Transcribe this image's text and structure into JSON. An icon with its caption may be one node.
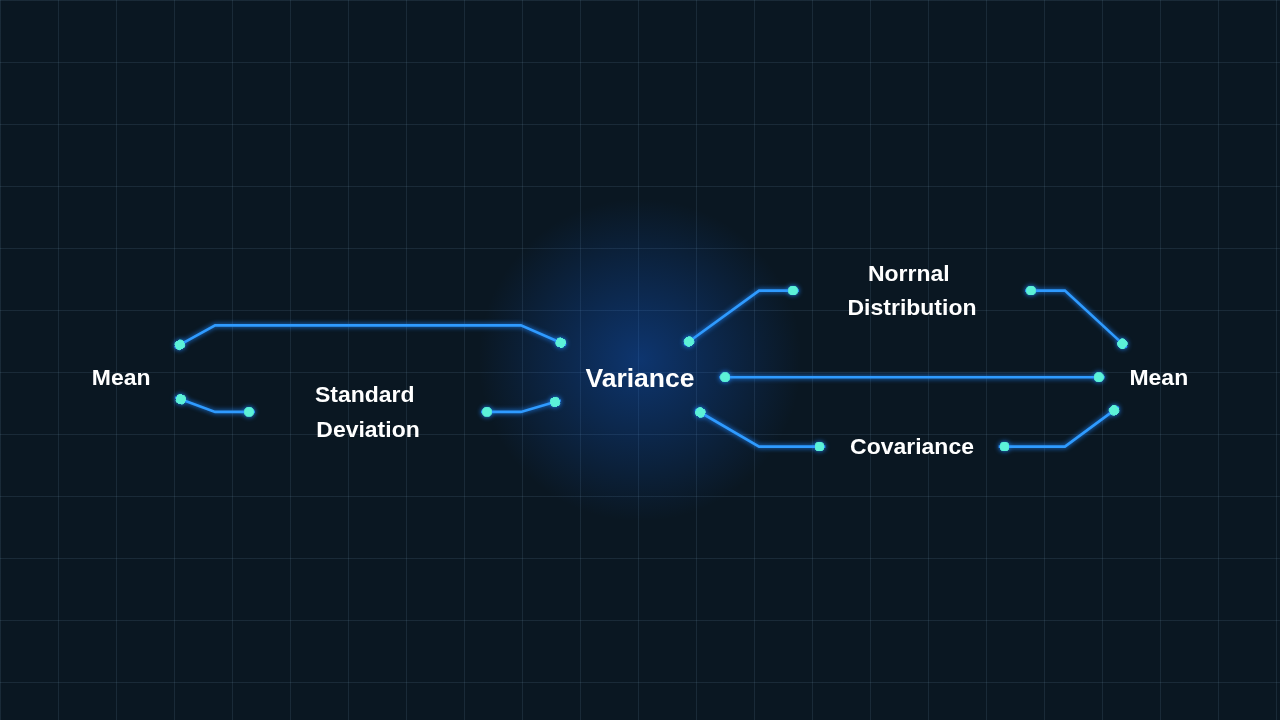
{
  "diagram": {
    "nodes": [
      {
        "text": [
          "Norrnal Distribution"
        ]
      },
      {
        "text": [
          "Mean"
        ]
      },
      {
        "text": [
          "Variance"
        ]
      },
      {
        "text": [
          "Mean"
        ]
      },
      {
        "text": [
          "Standard Deviation"
        ]
      },
      {
        "text": [
          "Covariance"
        ]
      }
    ],
    "edges": [
      {
        "from": 1,
        "to": 2,
        "arrow": "other"
      },
      {
        "from": 1,
        "to": 4,
        "arrow": "other"
      },
      {
        "from": 4,
        "to": 2,
        "arrow": "other"
      },
      {
        "from": 2,
        "to": 0,
        "arrow": "other"
      },
      {
        "from": 0,
        "to": 3,
        "arrow": "other"
      },
      {
        "from": 2,
        "to": 3,
        "arrow": "other"
      },
      {
        "from": 2,
        "to": 5,
        "arrow": "other"
      },
      {
        "from": 5,
        "to": 3,
        "arrow": "other"
      }
    ]
  }
}
